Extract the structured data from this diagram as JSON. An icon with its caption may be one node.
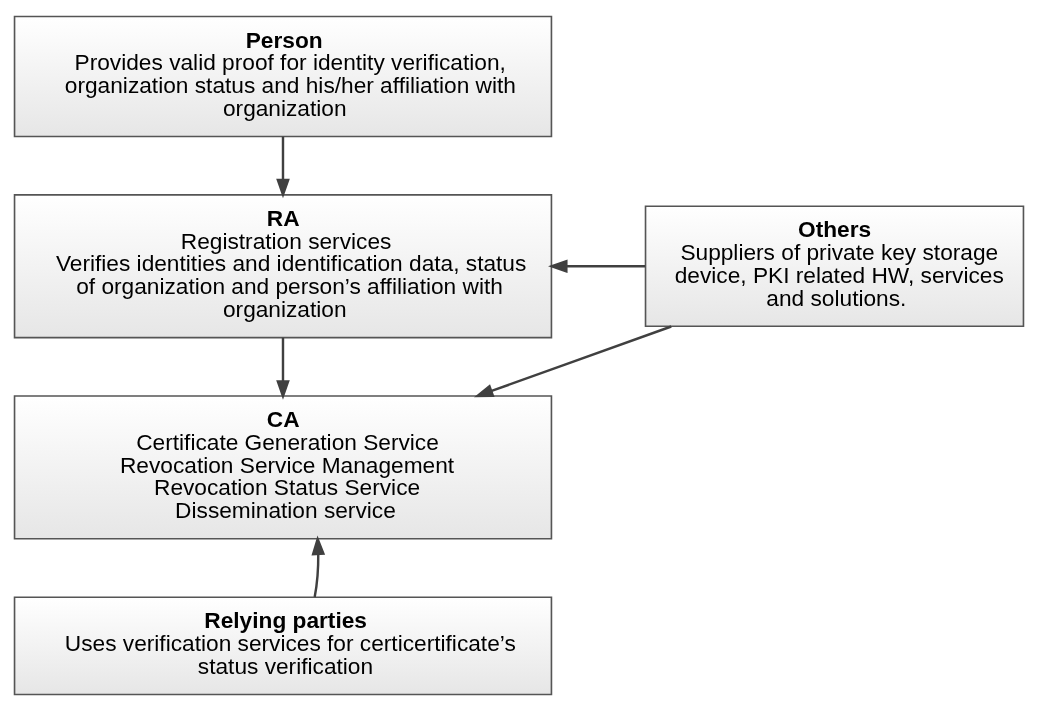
{
  "diagram": {
    "nodes": [
      {
        "text": [
          "Person",
          "Provides valid proof for identity verification, organization status and his/her affiliation with organization"
        ]
      },
      {
        "text": [
          "RA",
          "Registration services",
          "Verifies identities and identification data, status of organization and person’s affiliation with organization"
        ]
      },
      {
        "text": [
          "CA",
          "Certificate Generation Service",
          "Revocation Service Management",
          "Revocation Status Service",
          "Dissemination service"
        ]
      },
      {
        "text": [
          "Relying parties",
          "Uses verification services for certicertificate’s status verification"
        ]
      },
      {
        "text": [
          "Others",
          "Suppliers of private key storage device, PKI related HW, services and solutions."
        ]
      }
    ],
    "edges": [
      {
        "from": 0,
        "to": 1,
        "arrow": "to"
      },
      {
        "from": 1,
        "to": 2,
        "arrow": "to"
      },
      {
        "from": 3,
        "to": 2,
        "arrow": "to"
      },
      {
        "from": 4,
        "to": 1,
        "arrow": "to"
      },
      {
        "from": 4,
        "to": 2,
        "arrow": "to"
      }
    ]
  }
}
